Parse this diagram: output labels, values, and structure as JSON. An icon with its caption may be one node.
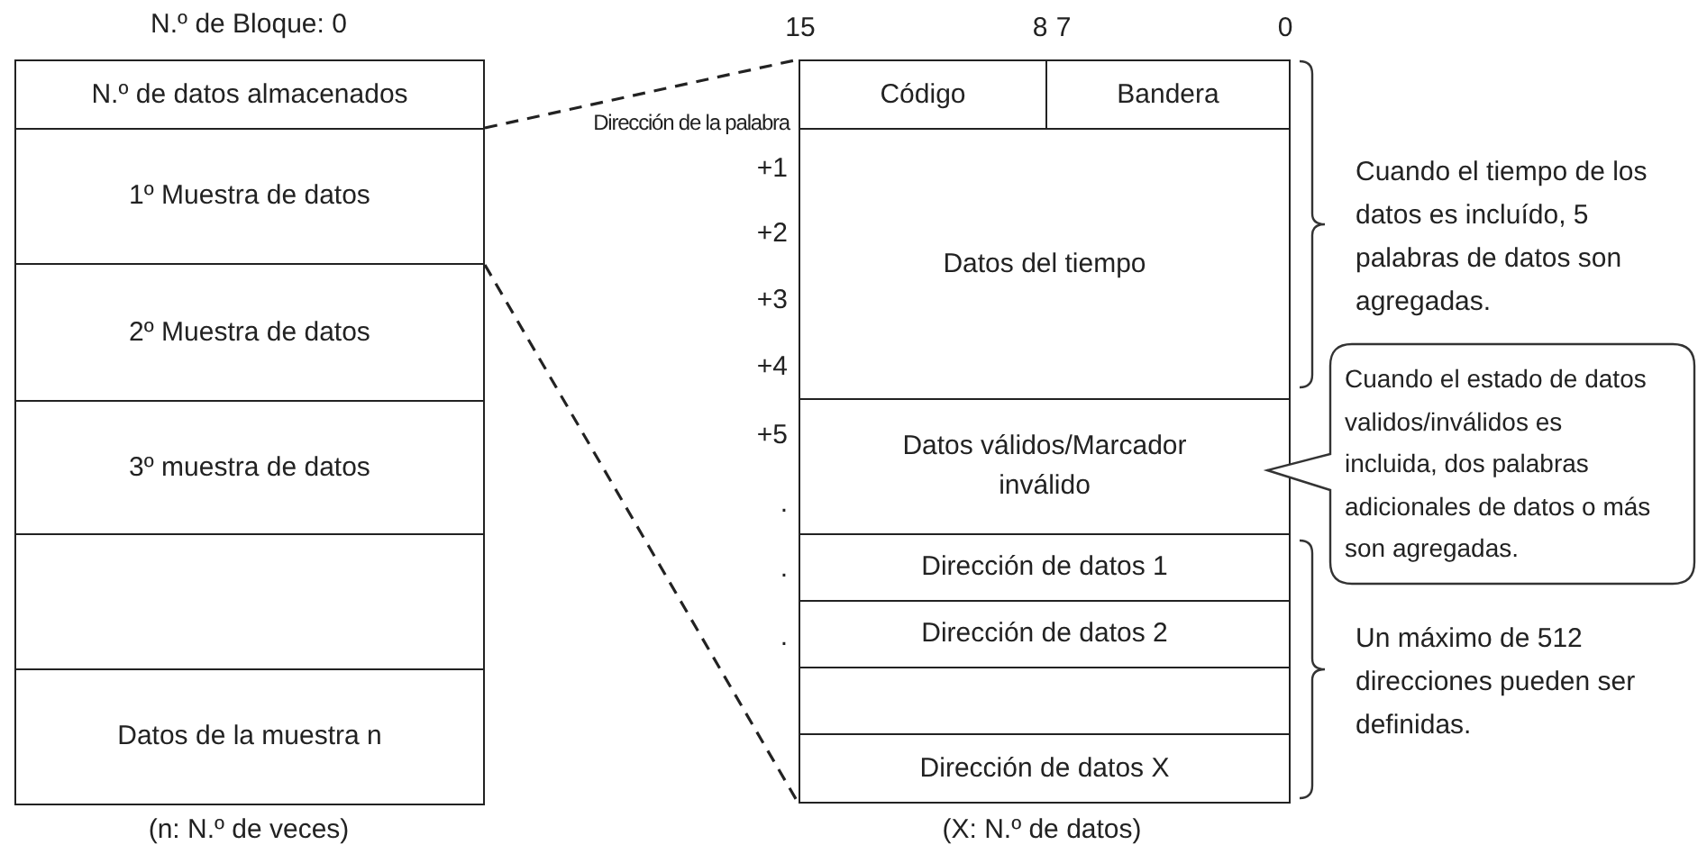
{
  "diagram": {
    "nodes": [
      {
        "text": [
          "N.º de datos almacenados"
        ]
      },
      {
        "text": [
          "1º Muestra de datos"
        ]
      },
      {
        "text": [
          "2º Muestra de datos"
        ]
      },
      {
        "text": [
          "3º muestra de datos"
        ]
      },
      {
        "text": [],
        "shape": "box"
      },
      {
        "text": [
          "Datos de la muestra n"
        ]
      },
      {
        "text": [
          "Código"
        ]
      },
      {
        "text": [
          "Bandera"
        ]
      },
      {
        "text": [
          "Datos del tiempo"
        ]
      },
      {
        "text": [
          "Datos válidos/Marcador inválido"
        ]
      },
      {
        "text": [
          "Dirección de datos 1"
        ]
      },
      {
        "text": [
          "Dirección de datos 2"
        ]
      },
      {
        "text": [],
        "shape": "box"
      },
      {
        "text": [
          "Dirección de datos X"
        ]
      },
      {
        "text": [
          "Cuando el estado de datos validos/inválidos es incluida, dos palabras adicionales de datos o más son agregadas."
        ]
      }
    ],
    "edges": [
      {
        "from": 1,
        "to": 6,
        "arrow": "none",
        "style": "dashed"
      },
      {
        "from": 1,
        "to": 13,
        "arrow": "none",
        "style": "dashed"
      }
    ],
    "labels": [
      "N.º de Bloque: 0",
      "15",
      "8",
      "7",
      "0",
      "Dirección de la palabra",
      "+1",
      "+2",
      "+3",
      "+4",
      "+5",
      ".",
      ".",
      ".",
      "Cuando el tiempo de los datos es incluído, 5 palabras de datos son agregadas.",
      "Un máximo de 512 direcciones pueden ser definidas.",
      "(n: N.º de veces)",
      "(X: N.º de datos)"
    ]
  }
}
